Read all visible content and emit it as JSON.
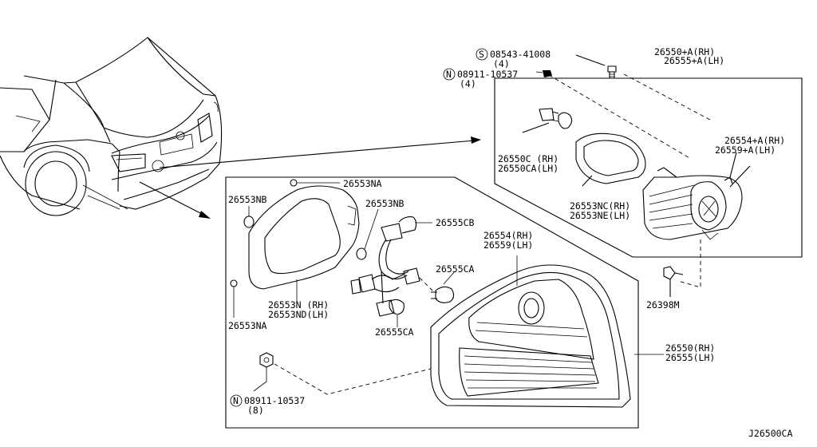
{
  "diagram_id": "J26500CA",
  "labels": {
    "screw_part": "08543-41008",
    "screw_qty": "(4)",
    "screw_prefix": "S",
    "nut_part_upper": "08911-10537",
    "nut_qty_upper": "(4)",
    "nut_prefix": "N",
    "combo_a_rh": "26550+A(RH)",
    "combo_a_lh": "26555+A(LH)",
    "housing_a_rh": "26554+A(RH)",
    "housing_a_lh": "26559+A(LH)",
    "socket_c_rh": "26550C (RH)",
    "socket_c_lh": "26550CA(LH)",
    "gasket_nc_rh": "26553NC(RH)",
    "gasket_ne_lh": "26553NE(LH)",
    "clip_26398m": "26398M",
    "grommet_na_top": "26553NA",
    "grommet_nb_left": "26553NB",
    "grommet_nb_mid": "26553NB",
    "bulb_cb": "26555CB",
    "housing_rh": "26554(RH)",
    "housing_lh": "26559(LH)",
    "bulb_ca_upper": "26555CA",
    "gasket_n_rh": "26553N (RH)",
    "gasket_nd_lh": "26553ND(LH)",
    "grommet_na_left": "26553NA",
    "bulb_ca_lower": "26555CA",
    "combo_rh": "26550(RH)",
    "combo_lh": "26555(LH)",
    "nut_part_lower": "08911-10537",
    "nut_qty_lower": "(8)"
  }
}
